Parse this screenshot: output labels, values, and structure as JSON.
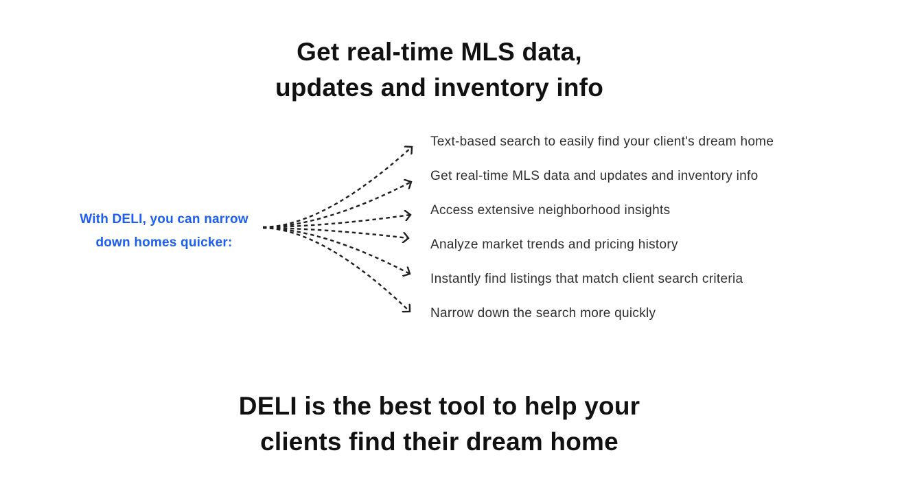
{
  "colors": {
    "background": "#ffffff",
    "accent_blue": "#1b5ef2",
    "heading_text": "#111111",
    "list_text": "#2d2d2d",
    "arrow": "#1f1f1f"
  },
  "top_heading": {
    "line1": "Get real-time MLS data,",
    "line2": "updates and inventory info"
  },
  "diagram": {
    "label": {
      "line1": "With DELI, you can narrow",
      "line2": "down homes quicker:"
    },
    "items": [
      "Text-based search to easily find your client's dream home",
      "Get real-time MLS data and updates and inventory info",
      "Access extensive neighborhood insights",
      "Analyze market trends and pricing history",
      "Instantly find listings that match client search criteria",
      "Narrow down the search more quickly"
    ]
  },
  "bottom_heading": {
    "line1": "DELI is the best tool to help your",
    "line2": "clients find their dream home"
  }
}
